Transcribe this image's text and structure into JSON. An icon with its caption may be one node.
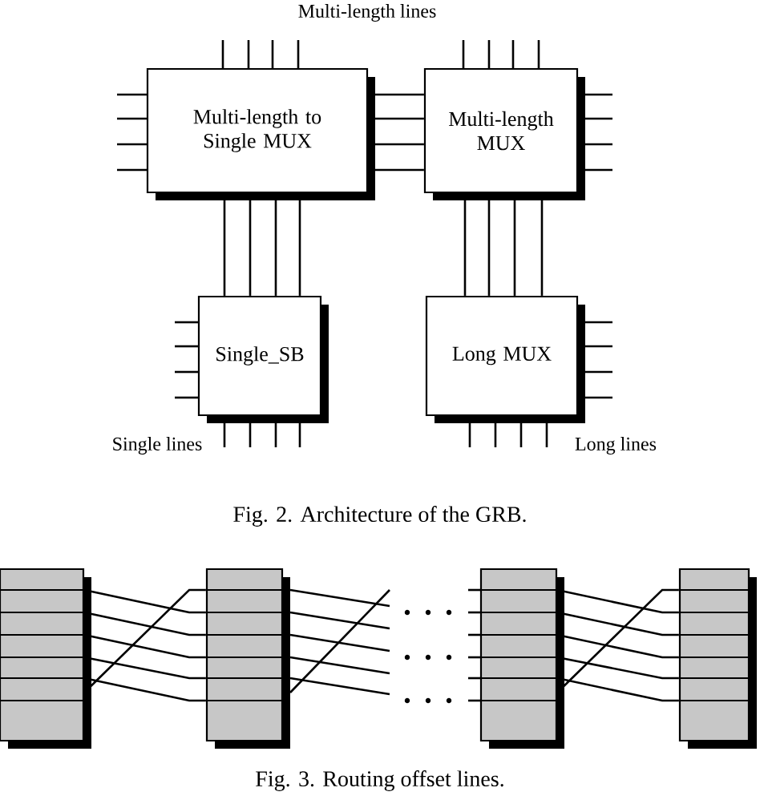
{
  "diagram": {
    "nodes": [
      {
        "text": [
          "Multi-length to Single MUX"
        ]
      },
      {
        "text": [
          "Multi-length MUX"
        ]
      },
      {
        "text": [
          "Single_SB"
        ]
      },
      {
        "text": [
          "Long MUX"
        ]
      },
      {
        "text": [],
        "shape": "box"
      },
      {
        "text": [],
        "shape": "box"
      },
      {
        "text": [],
        "shape": "box"
      },
      {
        "text": [],
        "shape": "box"
      }
    ],
    "edges": [
      {
        "from": 0,
        "to": 1,
        "arrow": "none"
      },
      {
        "from": 0,
        "to": 1,
        "arrow": "none"
      },
      {
        "from": 0,
        "to": 1,
        "arrow": "none"
      },
      {
        "from": 0,
        "to": 1,
        "arrow": "none"
      },
      {
        "from": 0,
        "to": 2,
        "arrow": "none"
      },
      {
        "from": 0,
        "to": 2,
        "arrow": "none"
      },
      {
        "from": 0,
        "to": 2,
        "arrow": "none"
      },
      {
        "from": 0,
        "to": 2,
        "arrow": "none"
      },
      {
        "from": 1,
        "to": 3,
        "arrow": "none"
      },
      {
        "from": 1,
        "to": 3,
        "arrow": "none"
      },
      {
        "from": 1,
        "to": 3,
        "arrow": "none"
      },
      {
        "from": 1,
        "to": 3,
        "arrow": "none"
      },
      {
        "from": 4,
        "to": 5,
        "arrow": "none"
      },
      {
        "from": 4,
        "to": 5,
        "arrow": "none"
      },
      {
        "from": 4,
        "to": 5,
        "arrow": "none"
      },
      {
        "from": 4,
        "to": 5,
        "arrow": "none"
      },
      {
        "from": 4,
        "to": 5,
        "arrow": "none"
      },
      {
        "from": 4,
        "to": 5,
        "arrow": "none"
      },
      {
        "from": 6,
        "to": 7,
        "arrow": "none"
      },
      {
        "from": 6,
        "to": 7,
        "arrow": "none"
      },
      {
        "from": 6,
        "to": 7,
        "arrow": "none"
      },
      {
        "from": 6,
        "to": 7,
        "arrow": "none"
      },
      {
        "from": 6,
        "to": 7,
        "arrow": "none"
      },
      {
        "from": 6,
        "to": 7,
        "arrow": "none"
      }
    ],
    "labels": [
      "Multi-length lines",
      "Single lines",
      "Long lines",
      "Fig. 2. Architecture of the GRB.",
      "Fig. 3. Routing offset lines."
    ]
  }
}
